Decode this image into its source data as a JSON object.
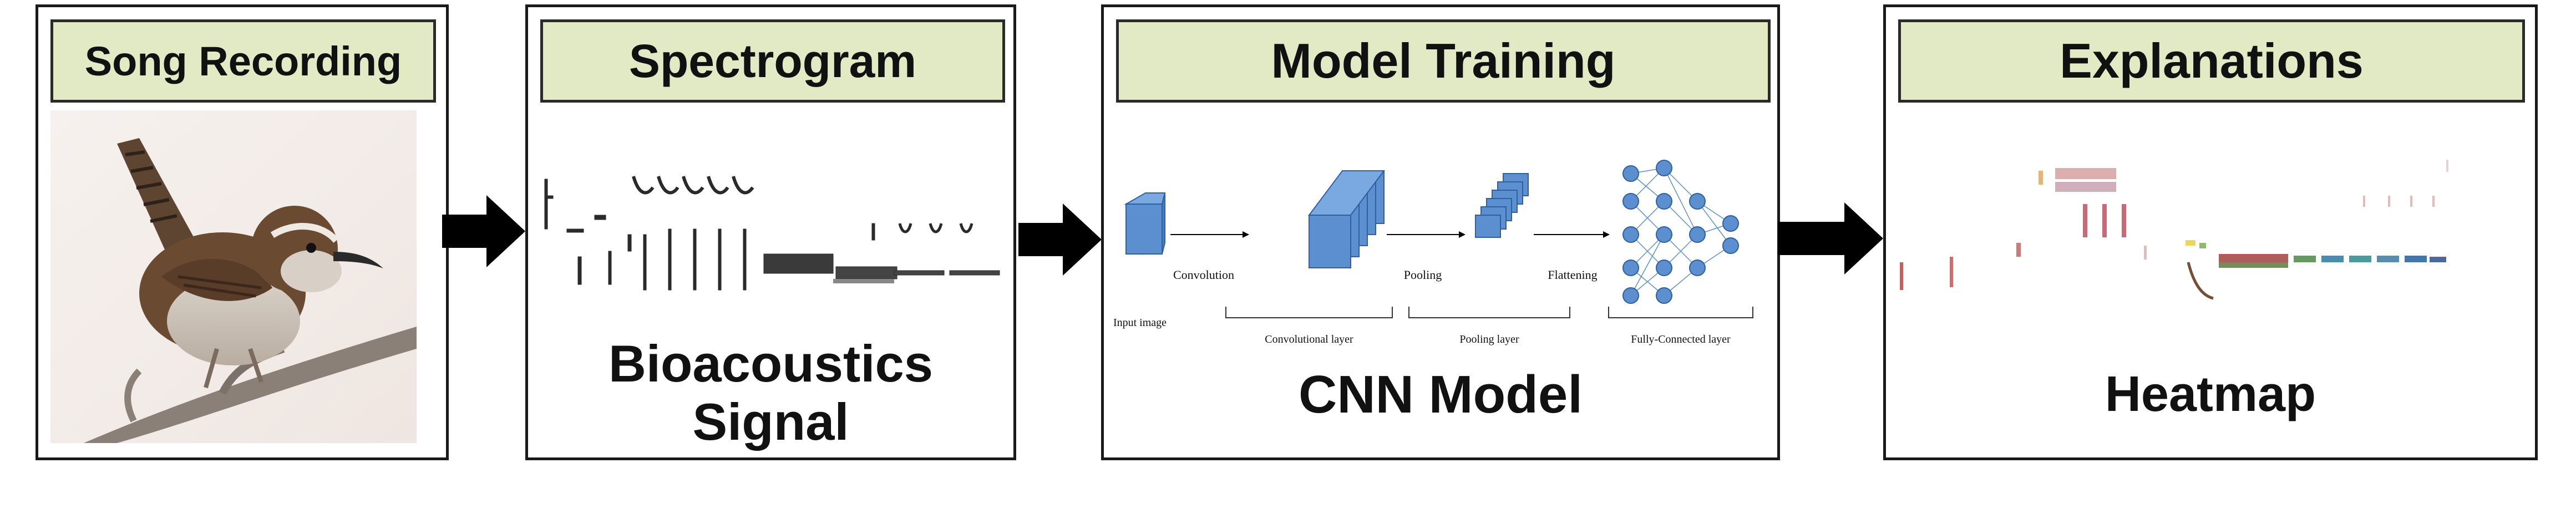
{
  "stages": [
    {
      "title": "Song Recording",
      "image_content": "bird-photo"
    },
    {
      "title": "Spectrogram",
      "caption_line1": "Bioacoustics",
      "caption_line2": "Signal"
    },
    {
      "title": "Model Training",
      "caption": "CNN Model"
    },
    {
      "title": "Explanations",
      "caption": "Heatmap"
    }
  ],
  "cnn_labels": {
    "input": "Input image",
    "convolution": "Convolution",
    "pooling": "Pooling",
    "flattening": "Flattening",
    "conv_layer": "Convolutional layer",
    "pool_layer": "Pooling layer",
    "fc_layer": "Fully-Connected layer"
  },
  "colors": {
    "header_fill": "#e1e9c5",
    "cube_fill": "#5b8fd0",
    "node_fill": "#5b8fd0",
    "arrow": "#000000"
  },
  "icons": [
    "bird-photo",
    "spectrogram-image",
    "cnn-architecture-diagram",
    "heatmap-image",
    "right-arrow-icon"
  ]
}
